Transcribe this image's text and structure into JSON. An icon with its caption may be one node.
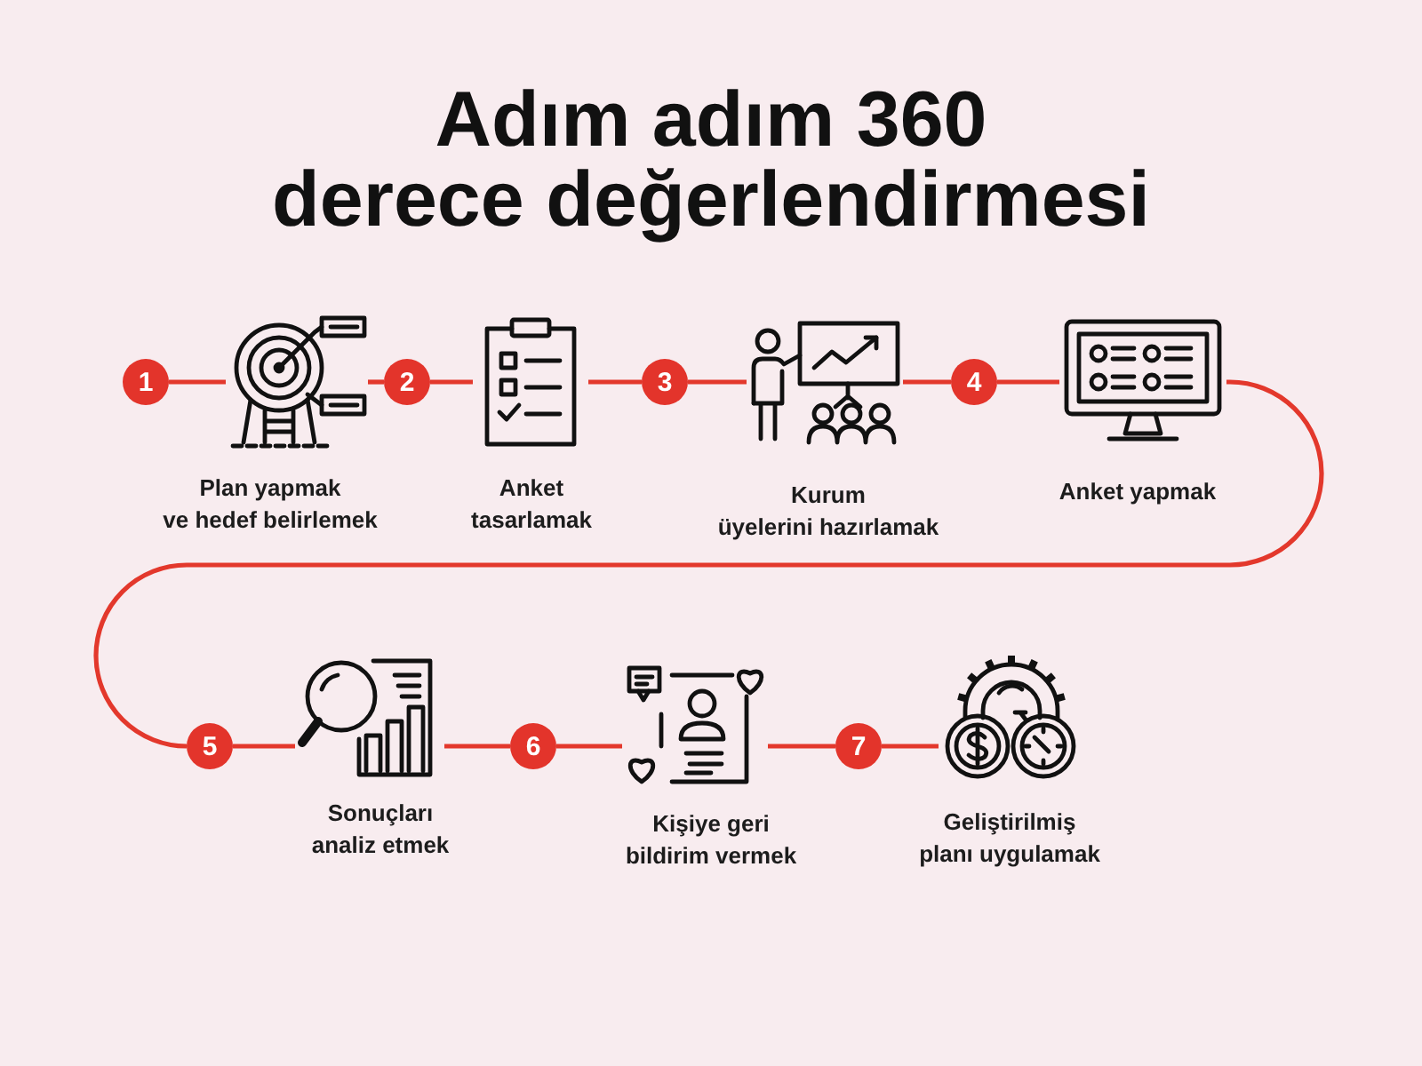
{
  "diagram": {
    "title": "Adım adım 360 derece değerlendirmesi",
    "nodes": [
      {
        "text": [
          "1"
        ]
      },
      {
        "text": [],
        "shape": "picture",
        "beside": [
          "Plan yapmak ve hedef belirlemek"
        ]
      },
      {
        "text": [
          "2"
        ]
      },
      {
        "text": [],
        "shape": "picture",
        "beside": [
          "Anket tasarlamak"
        ]
      },
      {
        "text": [
          "3"
        ]
      },
      {
        "text": [],
        "shape": "picture",
        "beside": [
          "Kurum üyelerini hazırlamak"
        ]
      },
      {
        "text": [
          "4"
        ]
      },
      {
        "text": [],
        "shape": "picture",
        "beside": [
          "Anket yapmak"
        ]
      },
      {
        "text": [
          "5"
        ]
      },
      {
        "text": [],
        "shape": "picture",
        "beside": [
          "Sonuçları analiz etmek"
        ]
      },
      {
        "text": [
          "6"
        ]
      },
      {
        "text": [],
        "shape": "picture",
        "beside": [
          "Kişiye geri bildirim vermek"
        ]
      },
      {
        "text": [
          "7"
        ]
      },
      {
        "text": [],
        "shape": "picture",
        "beside": [
          "Geliştirilmiş planı uygulamak"
        ]
      }
    ],
    "edges": [
      {
        "from": 0,
        "to": 1,
        "arrow": "none"
      },
      {
        "from": 1,
        "to": 2,
        "arrow": "none"
      },
      {
        "from": 2,
        "to": 3,
        "arrow": "none"
      },
      {
        "from": 3,
        "to": 4,
        "arrow": "none"
      },
      {
        "from": 4,
        "to": 5,
        "arrow": "none"
      },
      {
        "from": 5,
        "to": 6,
        "arrow": "none"
      },
      {
        "from": 6,
        "to": 7,
        "arrow": "none"
      },
      {
        "from": 7,
        "to": 8,
        "arrow": "none"
      },
      {
        "from": 8,
        "to": 9,
        "arrow": "none"
      },
      {
        "from": 9,
        "to": 10,
        "arrow": "none"
      },
      {
        "from": 10,
        "to": 11,
        "arrow": "none"
      },
      {
        "from": 11,
        "to": 12,
        "arrow": "none"
      },
      {
        "from": 12,
        "to": 13,
        "arrow": "none"
      }
    ]
  }
}
